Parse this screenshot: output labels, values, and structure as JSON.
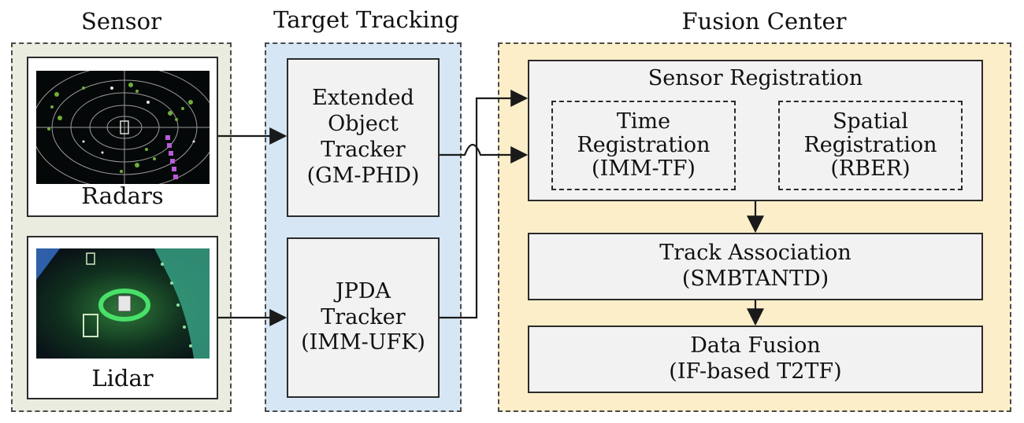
{
  "panels": {
    "sensor": {
      "title": "Sensor"
    },
    "tracking": {
      "title": "Target Tracking"
    },
    "fusion": {
      "title": "Fusion Center"
    }
  },
  "sensors": [
    {
      "label": "Radars",
      "image": "radar-point-cloud"
    },
    {
      "label": "Lidar",
      "image": "lidar-point-cloud"
    }
  ],
  "trackers": {
    "extended": {
      "lines": [
        "Extended",
        "Object",
        "Tracker",
        "(GM-PHD)"
      ]
    },
    "jpda": {
      "lines": [
        "JPDA",
        "Tracker",
        "(IMM-UFK)"
      ]
    }
  },
  "fusion": {
    "registration": {
      "title": "Sensor Registration",
      "time": {
        "lines": [
          "Time",
          "Registration",
          "(IMM-TF)"
        ]
      },
      "spatial": {
        "lines": [
          "Spatial",
          "Registration",
          "(RBER)"
        ]
      }
    },
    "association": {
      "lines": [
        "Track Association",
        "(SMBTANTD)"
      ]
    },
    "data_fusion": {
      "lines": [
        "Data Fusion",
        "(IF-based T2TF)"
      ]
    }
  },
  "colors": {
    "sensor_bg": "#e9ecdf",
    "tracking_bg": "#d6e6f5",
    "fusion_bg": "#fbeec9",
    "box_bg": "#f2f2f2",
    "stroke": "#1a1a1a"
  }
}
